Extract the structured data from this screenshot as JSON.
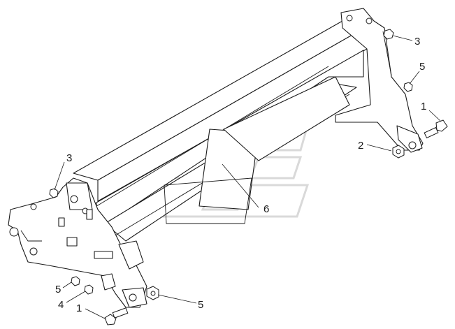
{
  "diagram": {
    "callouts": [
      {
        "id": "c3-top",
        "label": "3"
      },
      {
        "id": "c5-top",
        "label": "5"
      },
      {
        "id": "c1-right",
        "label": "1"
      },
      {
        "id": "c2-right",
        "label": "2"
      },
      {
        "id": "c3-left",
        "label": "3"
      },
      {
        "id": "c6",
        "label": "6"
      },
      {
        "id": "c5-left",
        "label": "5"
      },
      {
        "id": "c4-left",
        "label": "4"
      },
      {
        "id": "c1-bottom",
        "label": "1"
      },
      {
        "id": "c5-bottom",
        "label": "5"
      }
    ],
    "colors": {
      "line": "#1a1a1a",
      "watermark": "#d9d9d9",
      "background": "#ffffff"
    }
  }
}
